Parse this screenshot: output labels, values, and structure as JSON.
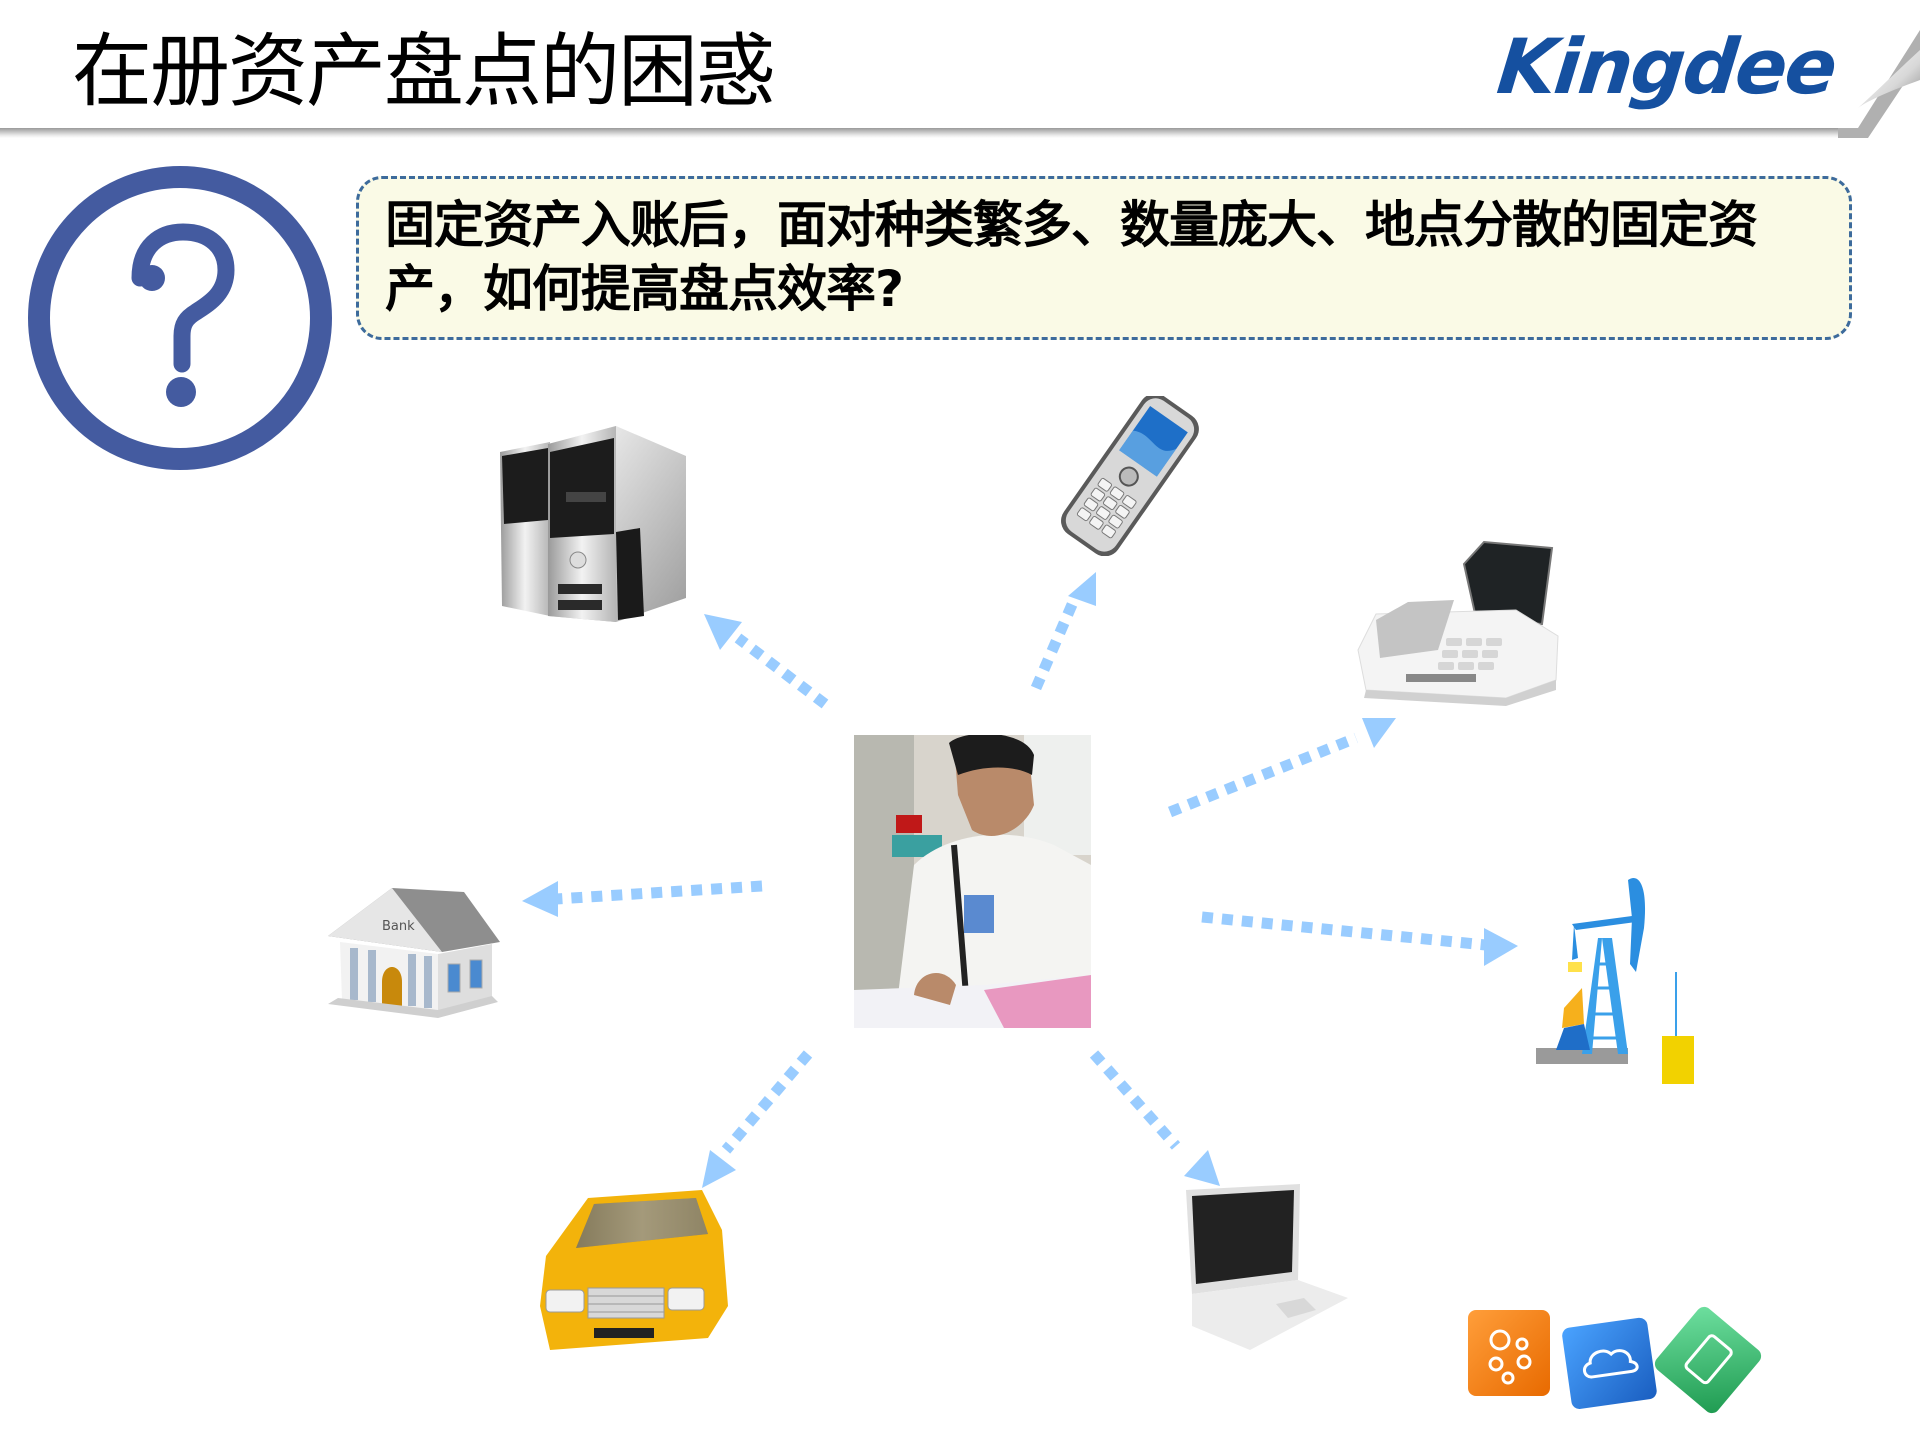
{
  "header": {
    "title": "在册资产盘点的困惑",
    "logo_text": "Kingdee",
    "logo_color": "#1550a0"
  },
  "question": {
    "icon": "question-mark-circle-icon",
    "icon_color": "#445ba0",
    "text": "固定资产入账后，面对种类繁多、数量庞大、地点分散的固定资产，如何提高盘点效率?"
  },
  "center_figure": {
    "description": "worker-checking-clipboard-photo"
  },
  "assets": [
    {
      "name": "desktop-computers",
      "icon": "server-tower-icon"
    },
    {
      "name": "mobile-phone",
      "icon": "mobile-phone-icon"
    },
    {
      "name": "fax-phone",
      "icon": "fax-machine-icon"
    },
    {
      "name": "bank-building",
      "icon": "bank-icon",
      "label": "Bank"
    },
    {
      "name": "oil-pump",
      "icon": "oil-pumpjack-icon"
    },
    {
      "name": "car",
      "icon": "car-icon"
    },
    {
      "name": "laptop",
      "icon": "laptop-icon"
    },
    {
      "name": "cloud-app-blocks",
      "icon": "app-cubes-icon"
    }
  ],
  "arrow_color": "#99ccff"
}
